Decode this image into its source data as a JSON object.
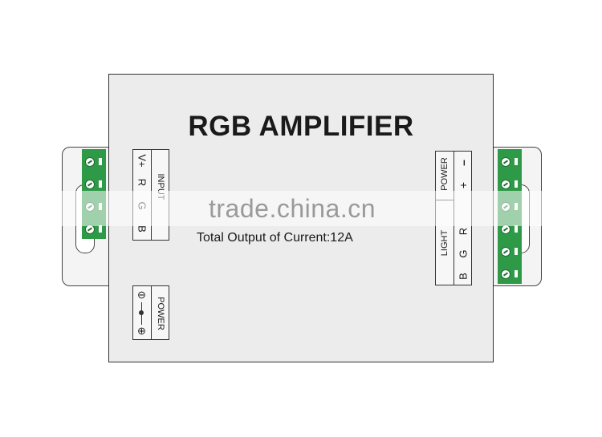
{
  "device": {
    "title": "RGB AMPLIFIER",
    "spec": "Total Output of Current:12A"
  },
  "input_panel": {
    "pins": [
      "V+",
      "R",
      "G",
      "B"
    ],
    "label": "INPUT"
  },
  "power_panel": {
    "label": "POWER",
    "minus_symbol": "⊖",
    "plus_symbol": "⊕"
  },
  "output_panel": {
    "power_label": "POWER",
    "light_label": "LIGHT",
    "power_pins": [
      "–",
      "+"
    ],
    "light_pins": [
      "R",
      "G",
      "B"
    ]
  },
  "watermark": "trade.china.cn",
  "colors": {
    "terminal_green": "#2e9a48",
    "casing": "#ececec",
    "outline": "#333333"
  }
}
